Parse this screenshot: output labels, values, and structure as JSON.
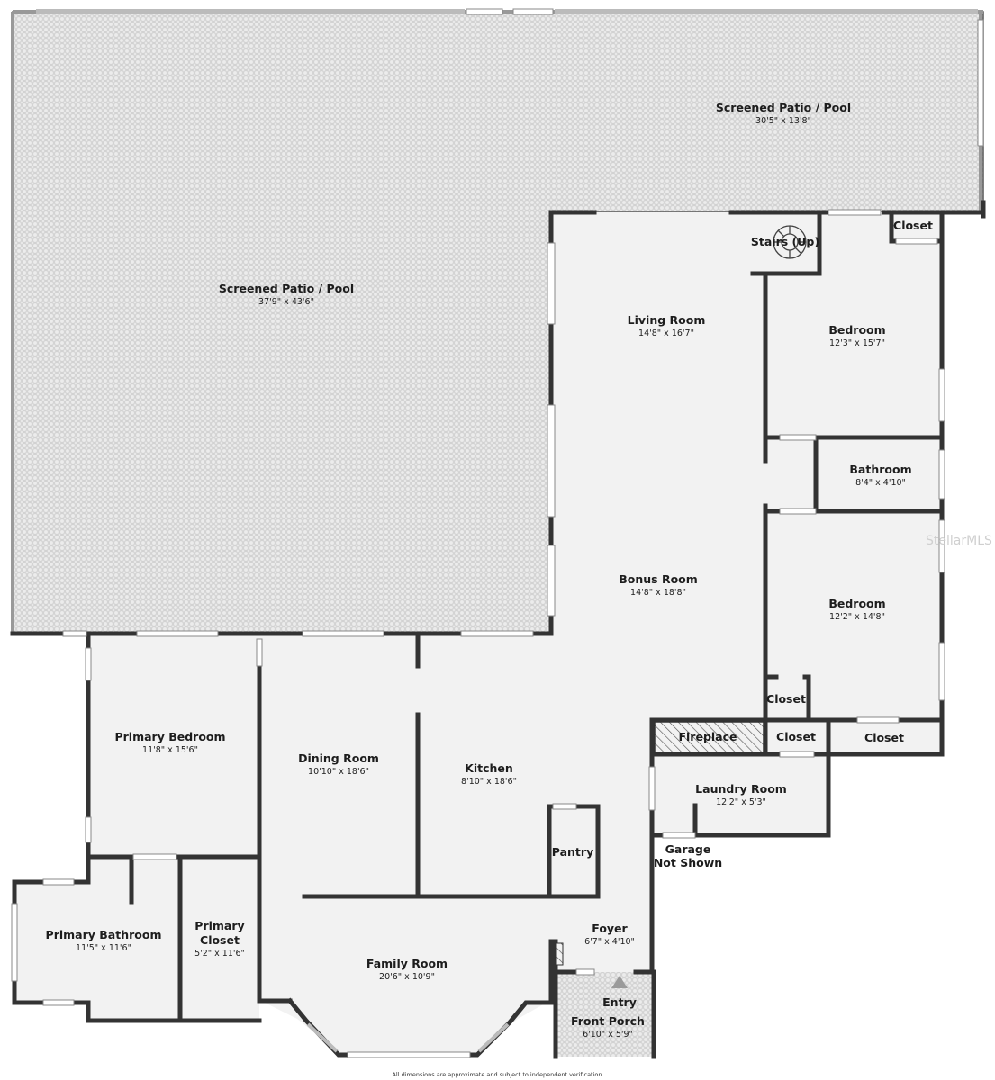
{
  "rooms": {
    "patio_pool_top": {
      "name": "Screened Patio / Pool",
      "dims": "30'5\" x 13'8\""
    },
    "patio_pool_main": {
      "name": "Screened Patio / Pool",
      "dims": "37'9\" x 43'6\""
    },
    "living_room": {
      "name": "Living Room",
      "dims": "14'8\" x 16'7\""
    },
    "stairs": {
      "name": "Stairs (Up)"
    },
    "closet_top": {
      "name": "Closet"
    },
    "bedroom_upper": {
      "name": "Bedroom",
      "dims": "12'3\" x 15'7\""
    },
    "bathroom": {
      "name": "Bathroom",
      "dims": "8'4\" x 4'10\""
    },
    "bonus_room": {
      "name": "Bonus Room",
      "dims": "14'8\" x 18'8\""
    },
    "bedroom_lower": {
      "name": "Bedroom",
      "dims": "12'2\" x 14'8\""
    },
    "closet_small": {
      "name": "Closet"
    },
    "fireplace": {
      "name": "Fireplace"
    },
    "closet_mid": {
      "name": "Closet"
    },
    "closet_right": {
      "name": "Closet"
    },
    "laundry_room": {
      "name": "Laundry Room",
      "dims": "12'2\" x 5'3\""
    },
    "garage": {
      "line1": "Garage",
      "line2": "Not Shown"
    },
    "primary_bedroom": {
      "name": "Primary Bedroom",
      "dims": "11'8\" x 15'6\""
    },
    "dining_room": {
      "name": "Dining Room",
      "dims": "10'10\" x 18'6\""
    },
    "kitchen": {
      "name": "Kitchen",
      "dims": "8'10\" x 18'6\""
    },
    "pantry": {
      "name": "Pantry"
    },
    "primary_bathroom": {
      "name": "Primary Bathroom",
      "dims": "11'5\" x 11'6\""
    },
    "primary_closet": {
      "line1": "Primary",
      "line2": "Closet",
      "dims": "5'2\" x 11'6\""
    },
    "foyer": {
      "name": "Foyer",
      "dims": "6'7\" x 4'10\""
    },
    "family_room": {
      "name": "Family Room",
      "dims": "20'6\" x 10'9\""
    },
    "entry": {
      "name": "Entry"
    },
    "front_porch": {
      "name": "Front Porch",
      "dims": "6'10\" x 5'9\""
    }
  },
  "watermark": "StellarMLS",
  "disclaimer": "All dimensions are approximate and subject to independent verification",
  "colors": {
    "wall": "#333333",
    "floor": "#f2f2f2",
    "patio_tile": "#e8e8e8",
    "fireplace_hatch": "#555555"
  }
}
